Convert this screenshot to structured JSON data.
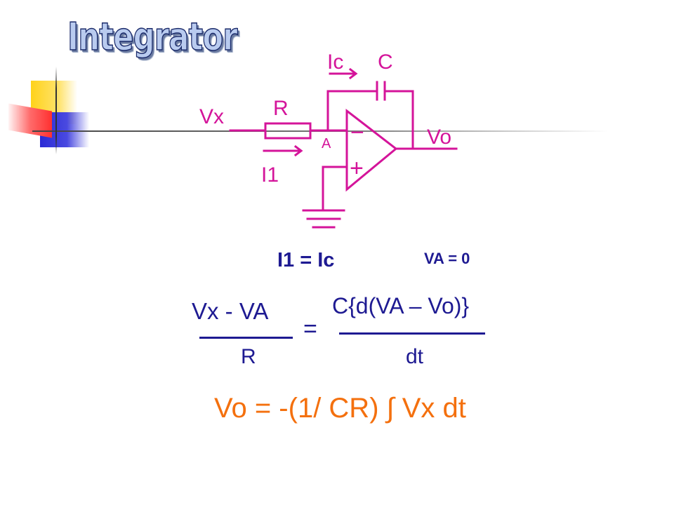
{
  "slide": {
    "title": "Integrator"
  },
  "circuit": {
    "input_label": "Vx",
    "resistor_label": "R",
    "capacitor_label": "C",
    "capacitor_current_label": "Ic",
    "input_current_label": "I1",
    "node_label": "A",
    "output_label": "Vo",
    "inverting_symbol": "−",
    "noninverting_symbol": "+",
    "wire_color": "#d4149a"
  },
  "equations": {
    "current_equality": "I1 = Ic",
    "virtual_ground": "VA = 0",
    "lhs_numerator": "Vx - VA",
    "lhs_denominator": "R",
    "equals": "=",
    "rhs_numerator": "C{d(VA – Vo)}",
    "rhs_denominator": "dt",
    "result": "Vo = -(1/ CR) ∫ Vx dt"
  },
  "colors": {
    "equation_text": "#1e1a92",
    "result_text": "#f4700e",
    "circuit": "#d4149a",
    "title_fill": "#b9cbef",
    "title_outline": "#1a2a6a"
  }
}
